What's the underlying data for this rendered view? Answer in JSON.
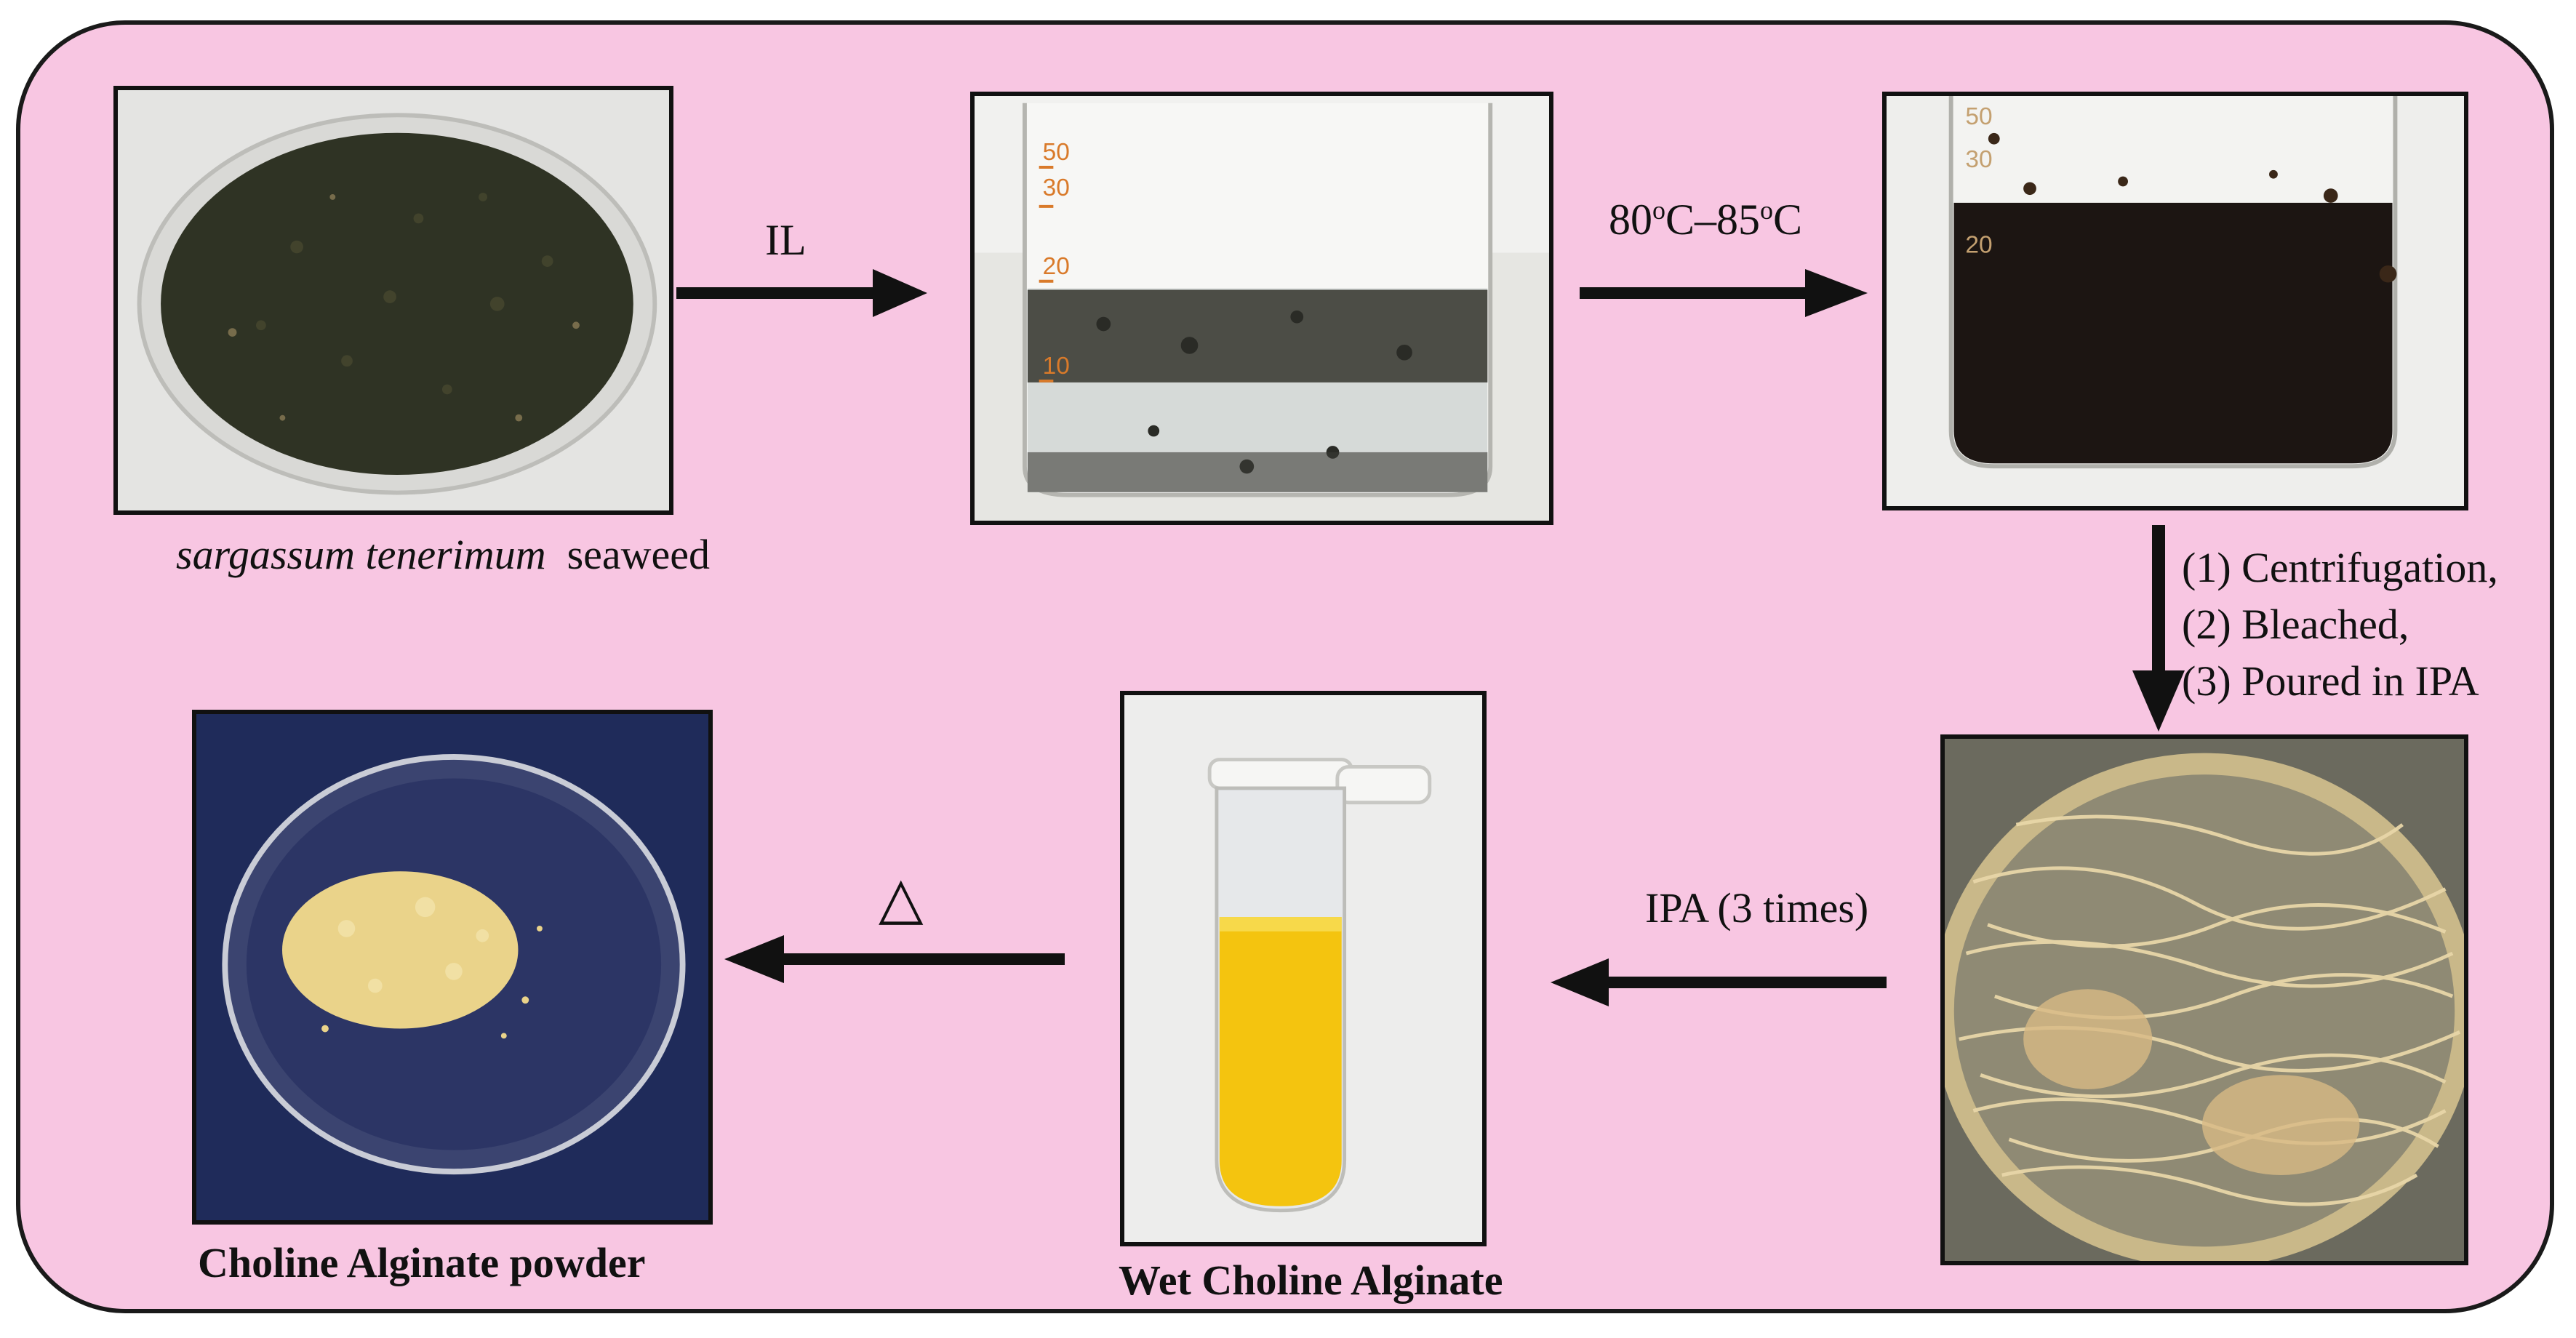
{
  "steps": {
    "seaweed": {
      "caption_italic": "sargassum tenerimum",
      "caption_plain": "seaweed"
    },
    "il_mix": {},
    "heated": {},
    "fibers": {},
    "wet": {
      "caption": "Wet Choline Alginate"
    },
    "powder": {
      "caption": "Choline Alginate powder"
    }
  },
  "arrows": {
    "a1": {
      "label": "IL"
    },
    "a2": {
      "label_part1": "80",
      "label_sup1": "o",
      "label_part2": "C–85",
      "label_sup2": "o",
      "label_part3": "C"
    },
    "a3": {
      "line1": "(1) Centrifugation,",
      "line2": "(2) Bleached,",
      "line3": "(3) Poured in IPA"
    },
    "a4": {
      "label": "IPA (3 times)"
    },
    "a5": {
      "label": "△"
    }
  },
  "beaker_marks": {
    "b1": [
      "50",
      "30",
      "20",
      "10"
    ],
    "b2": [
      "50",
      "30",
      "20"
    ]
  },
  "colors": {
    "background": "#f8c6e2",
    "border": "#111111",
    "seaweed": "#2f3324",
    "extract": "#1c1512",
    "fibers": "#e8d6a8",
    "wet_gel": "#f4c40f",
    "powder": "#ead38a",
    "cloth": "#1f2b5a"
  }
}
